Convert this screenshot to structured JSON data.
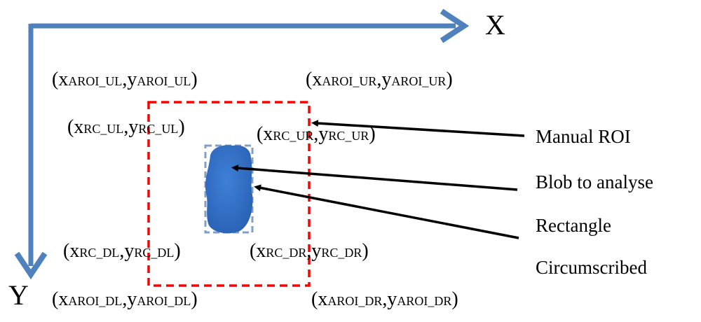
{
  "axes": {
    "x_label": "X",
    "y_label": "Y",
    "color": "#4f81bd"
  },
  "coordinates": {
    "aroi_ul": {
      "x": "x",
      "x_sub": "AROI_UL",
      "sep": ",",
      "y": "y",
      "y_sub": "AROI_UL"
    },
    "aroi_ur": {
      "x": "x",
      "x_sub": "AROI_UR",
      "sep": ",",
      "y": "y",
      "y_sub": "AROI_UR"
    },
    "aroi_dl": {
      "x": "x",
      "x_sub": "AROI_DL",
      "sep": ",",
      "y": "y",
      "y_sub": "AROI_DL"
    },
    "aroi_dr": {
      "x": "x",
      "x_sub": "AROI_DR",
      "sep": ",",
      "y": "y",
      "y_sub": "AROI_DR"
    },
    "rc_ul": {
      "x": "x",
      "x_sub": "RC_UL",
      "sep": ",",
      "y": "y",
      "y_sub": "RC_UL"
    },
    "rc_ur": {
      "x": "x",
      "x_sub": "RC_UR",
      "sep": ",",
      "y": "y",
      "y_sub": "RC_UR"
    },
    "rc_dl": {
      "x": "x",
      "x_sub": "RC_DL",
      "sep": ",",
      "y": "y",
      "y_sub": "RC_DL"
    },
    "rc_dr": {
      "x": "x",
      "x_sub": "RC_DR",
      "sep": ",",
      "y": "y",
      "y_sub": "RC_DR"
    }
  },
  "labels": {
    "manual_roi": "Manual ROI",
    "blob": "Blob to analyse",
    "rectangle": "Rectangle",
    "circumscribed": "Circumscribed"
  },
  "colors": {
    "roi_border": "#ff0000",
    "rect_border": "#7f9fc8",
    "blob_fill": "#2f6fc4",
    "arrow": "#000000"
  }
}
